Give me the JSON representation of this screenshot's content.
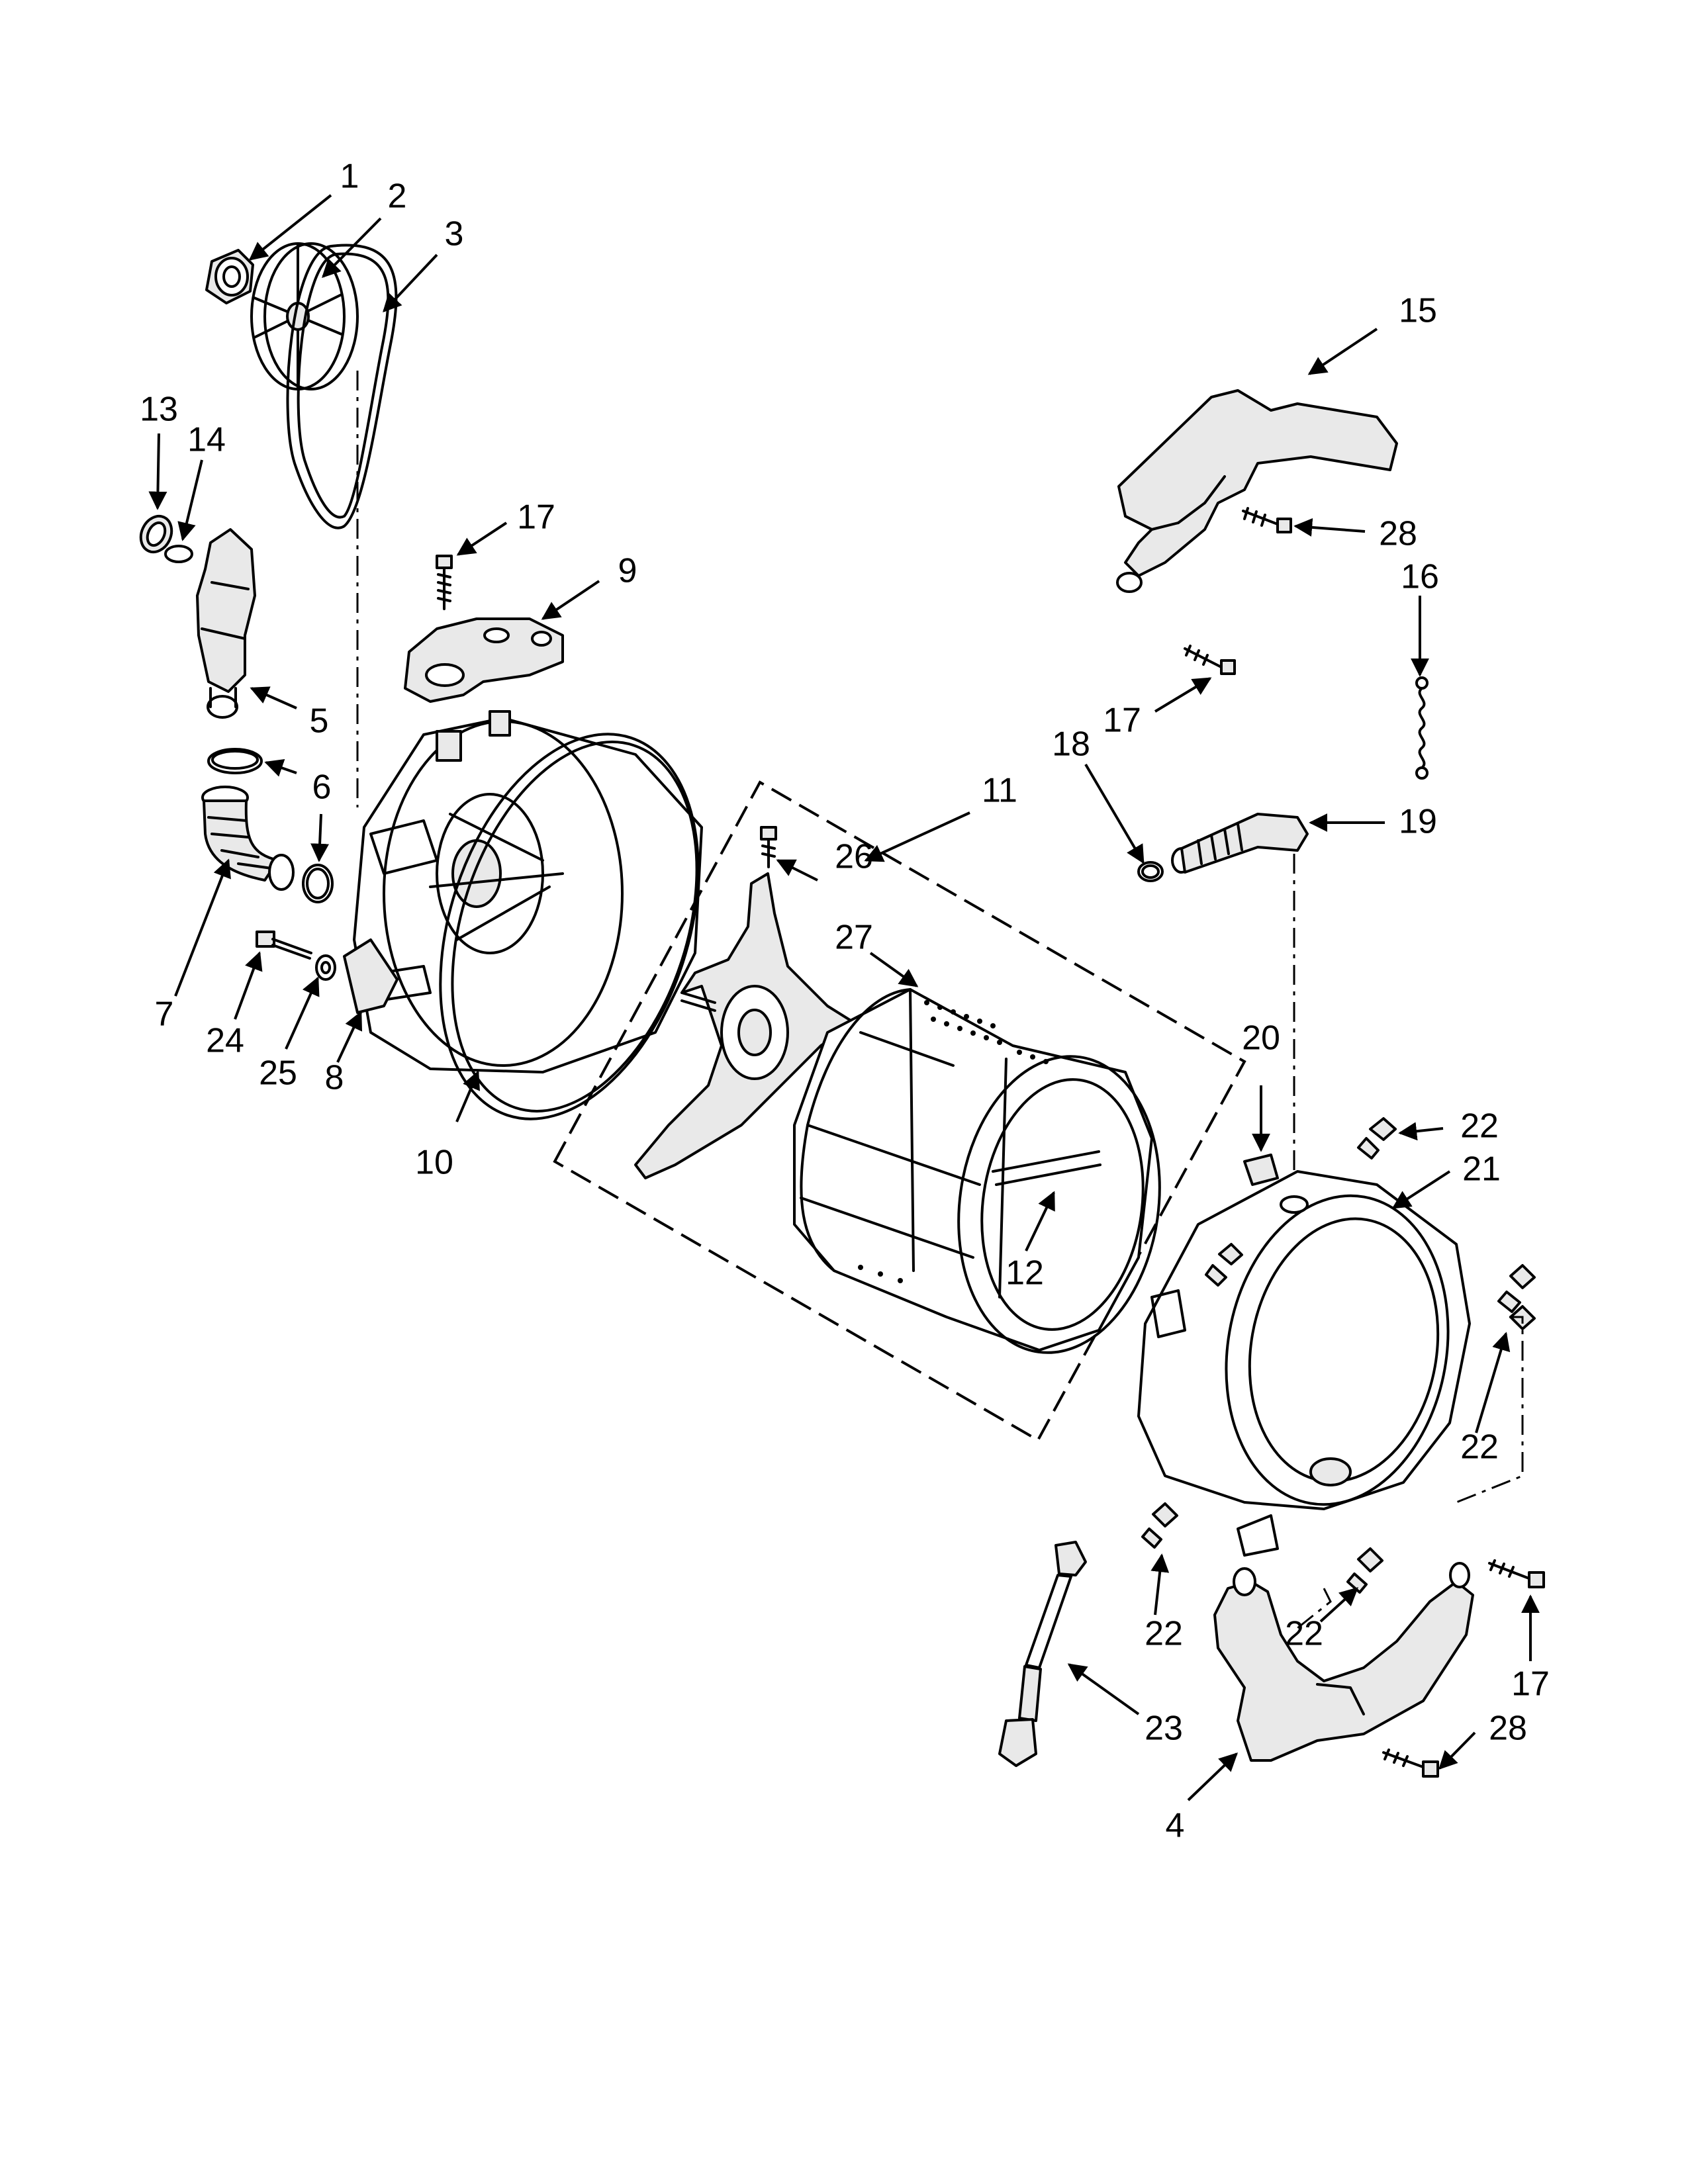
{
  "diagram": {
    "callouts": [
      {
        "id": "c1",
        "label": "1"
      },
      {
        "id": "c2",
        "label": "2"
      },
      {
        "id": "c3",
        "label": "3"
      },
      {
        "id": "c13",
        "label": "13"
      },
      {
        "id": "c14",
        "label": "14"
      },
      {
        "id": "c5",
        "label": "5"
      },
      {
        "id": "c6",
        "label": "6"
      },
      {
        "id": "c7",
        "label": "7"
      },
      {
        "id": "c24",
        "label": "24"
      },
      {
        "id": "c25",
        "label": "25"
      },
      {
        "id": "c8",
        "label": "8"
      },
      {
        "id": "c10",
        "label": "10"
      },
      {
        "id": "c17a",
        "label": "17"
      },
      {
        "id": "c9",
        "label": "9"
      },
      {
        "id": "c11",
        "label": "11"
      },
      {
        "id": "c26",
        "label": "26"
      },
      {
        "id": "c27",
        "label": "27"
      },
      {
        "id": "c12",
        "label": "12"
      },
      {
        "id": "c15",
        "label": "15"
      },
      {
        "id": "c28a",
        "label": "28"
      },
      {
        "id": "c16",
        "label": "16"
      },
      {
        "id": "c17b",
        "label": "17"
      },
      {
        "id": "c18",
        "label": "18"
      },
      {
        "id": "c19",
        "label": "19"
      },
      {
        "id": "c20",
        "label": "20"
      },
      {
        "id": "c22a",
        "label": "22"
      },
      {
        "id": "c21",
        "label": "21"
      },
      {
        "id": "c22b",
        "label": "22"
      },
      {
        "id": "c22c",
        "label": "22"
      },
      {
        "id": "c22d",
        "label": "22"
      },
      {
        "id": "c17c",
        "label": "17"
      },
      {
        "id": "c28b",
        "label": "28"
      },
      {
        "id": "c23",
        "label": "23"
      },
      {
        "id": "c4",
        "label": "4"
      }
    ]
  }
}
